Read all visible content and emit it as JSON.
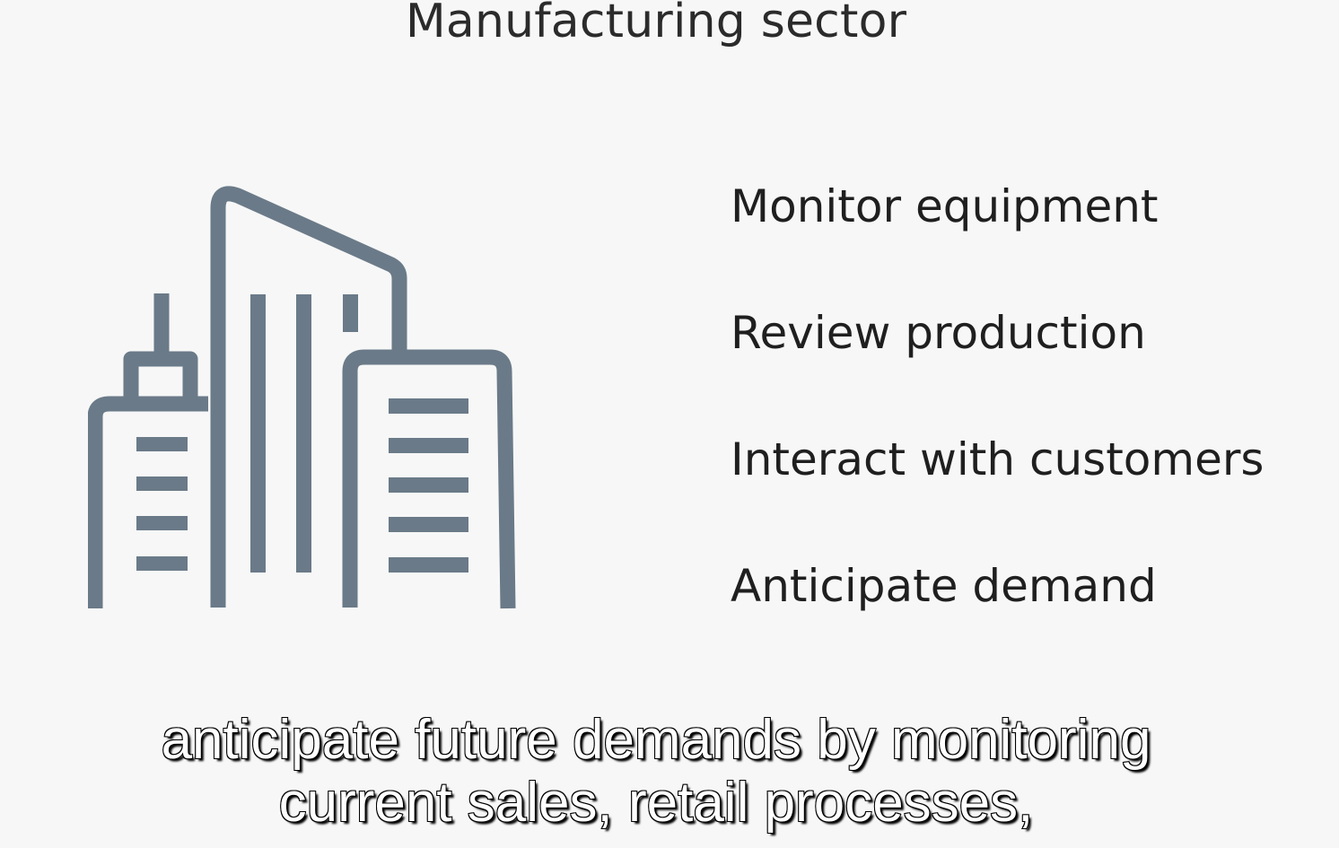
{
  "slide": {
    "title": "Manufacturing sector",
    "icon": "city-buildings-icon",
    "icon_color": "#6a7a88",
    "bullets": [
      "Monitor equipment",
      "Review production",
      "Interact with customers",
      "Anticipate demand"
    ]
  },
  "caption": {
    "lines": [
      "anticipate future demands by monitoring",
      "current sales, retail processes,"
    ]
  }
}
